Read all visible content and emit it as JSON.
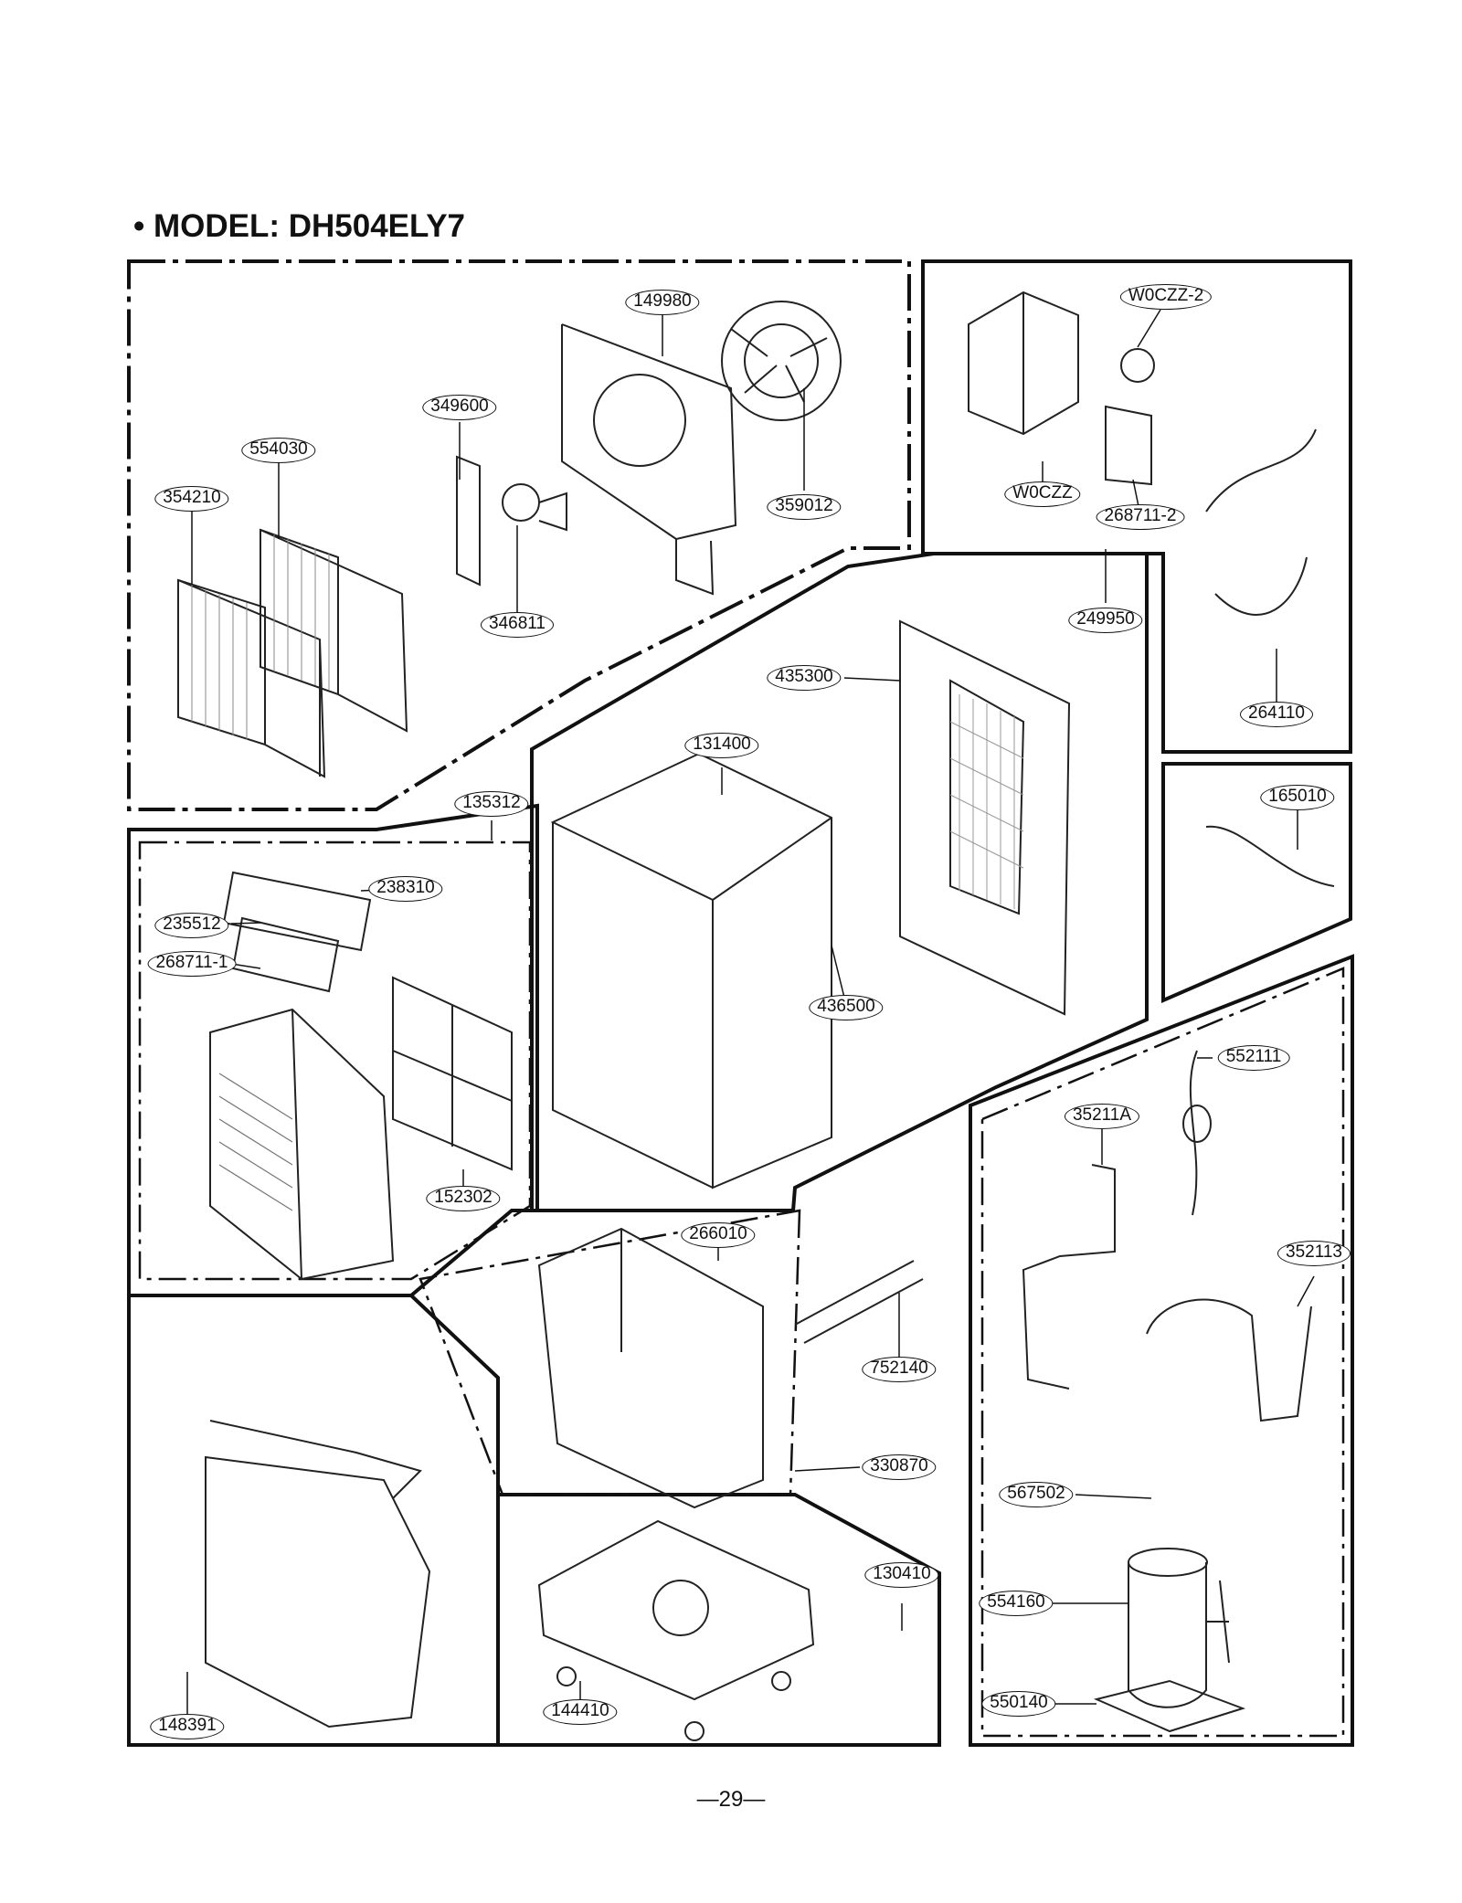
{
  "title": "• MODEL: DH504ELY7",
  "page_number": "—29—",
  "diagram_type": "exploded-parts-view",
  "part_labels": {
    "149980": "149980",
    "349600": "349600",
    "554030": "554030",
    "354210": "354210",
    "359012": "359012",
    "346811": "346811",
    "w0czz2": "W0CZZ-2",
    "w0czz": "W0CZZ",
    "268711_2": "268711-2",
    "249950": "249950",
    "264110": "264110",
    "435300": "435300",
    "131400": "131400",
    "135312": "135312",
    "238310": "238310",
    "235512": "235512",
    "268711_1": "268711-1",
    "436500": "436500",
    "165010": "165010",
    "552111": "552111",
    "35211A": "35211A",
    "152302": "152302",
    "266010": "266010",
    "352113": "352113",
    "752140": "752140",
    "330870": "330870",
    "567502": "567502",
    "130410": "130410",
    "554160": "554160",
    "148391": "148391",
    "144410": "144410",
    "550140": "550140"
  }
}
